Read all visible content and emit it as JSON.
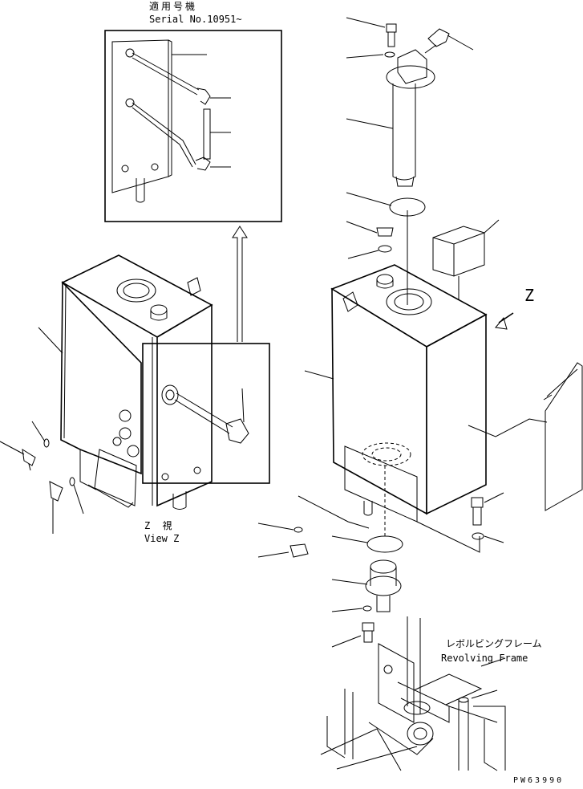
{
  "inset_detail": {
    "heading_ja": "適用号機",
    "serial_label": "Serial No.10951~"
  },
  "view_z": {
    "label_ja": "Z 視",
    "label_en": "View Z"
  },
  "arrow_label": "Z",
  "revolving_frame": {
    "label_ja": "レボルビングフレーム",
    "label_en": "Revolving Frame"
  },
  "drawing_code": "PW63990"
}
